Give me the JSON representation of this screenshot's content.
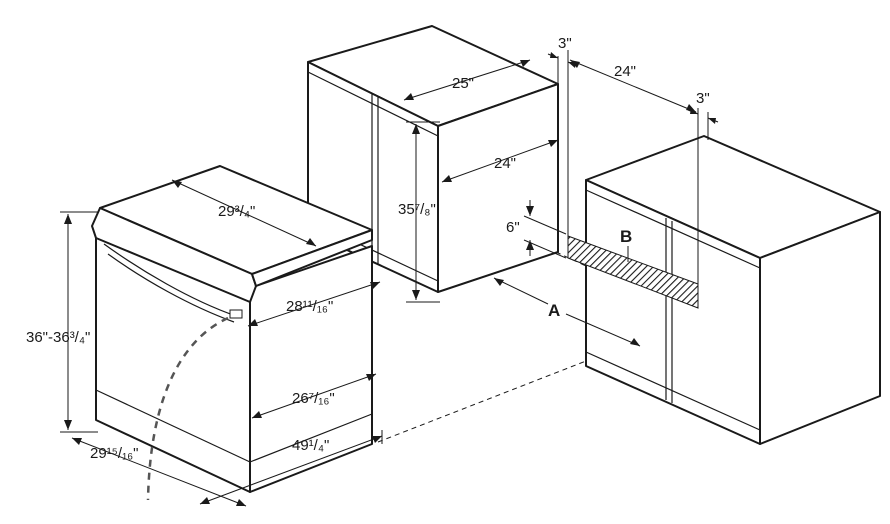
{
  "colors": {
    "line": "#1a1a1a",
    "door_swing": "#555555",
    "hatch": "#1a1a1a"
  },
  "dimensions": {
    "dishwasher_height": "36\"-36³/₄\"",
    "dishwasher_depth_top": "29³/₄\"",
    "dishwasher_door_open_depth": "28¹¹/₁₆\"",
    "dishwasher_body_depth": "26⁷/₁₆\"",
    "dishwasher_total_open_depth": "49¹/₄\"",
    "dishwasher_width": "29¹⁵/₁₆\"",
    "cabinet_width": "25\"",
    "cabinet_depth": "24\"",
    "cabinet_height": "35⁷/₈\"",
    "opening_depth": "24\"",
    "side_clearance_left": "3\"",
    "side_clearance_right": "3\"",
    "hole_height": "6\""
  },
  "labels": {
    "a": "A",
    "b": "B"
  }
}
